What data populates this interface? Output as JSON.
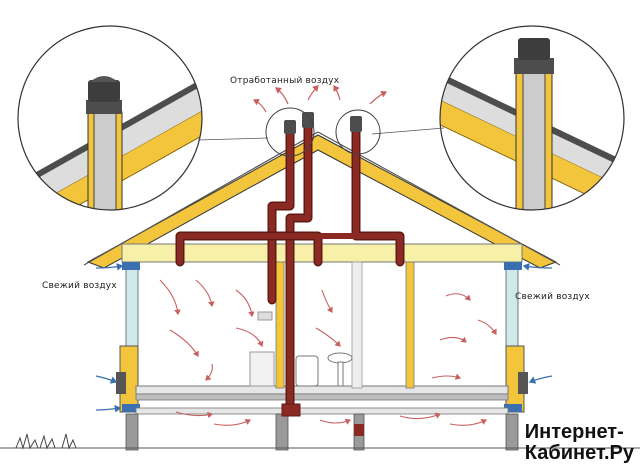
{
  "labels": {
    "exhaust_air": "Отработанный воздух",
    "fresh_air_left": "Свежий воздух",
    "fresh_air_right": "Свежий воздух"
  },
  "watermark": {
    "line1": "Интернет-",
    "line2": "Кабинет.Ру"
  },
  "colors": {
    "duct": "#8b2a22",
    "duct_dark": "#5e1a14",
    "timber": "#f2c53d",
    "beam": "#f7f0a8",
    "wall": "#cfe8ec",
    "roof": "#4d4d4d",
    "arrow": "#c86060"
  }
}
